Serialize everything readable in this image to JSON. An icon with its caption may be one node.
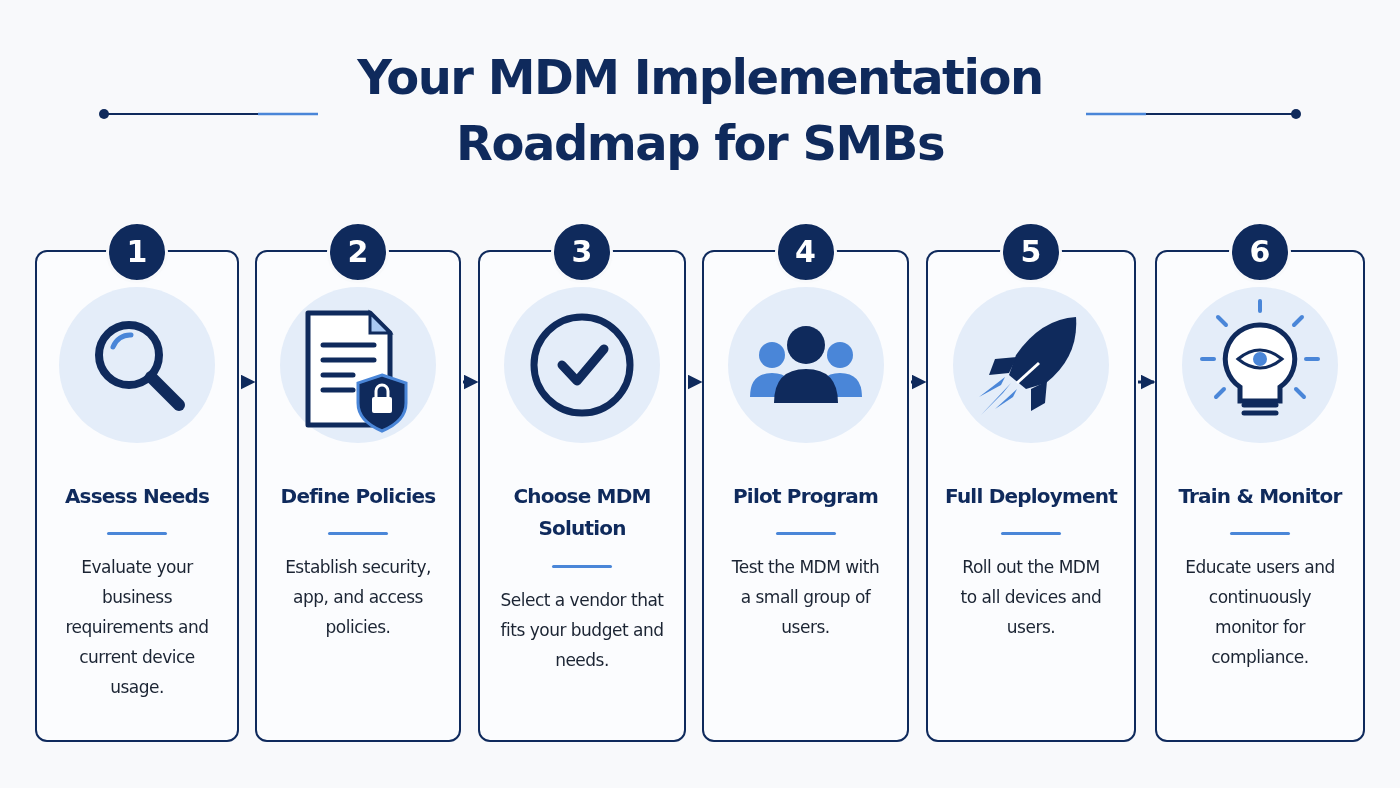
{
  "diagram": {
    "title": "Your MDM Implementation Roadmap for SMBs",
    "nodes": [
      {
        "text": [
          "1",
          "Assess Needs",
          "Evaluate your business requirements and current device usage."
        ]
      },
      {
        "text": [
          "2",
          "Define Policies",
          "Establish security, app, and access policies."
        ]
      },
      {
        "text": [
          "3",
          "Choose MDM Solution",
          "Select a vendor that fits your budget and needs."
        ]
      },
      {
        "text": [
          "4",
          "Pilot Program",
          "Test the MDM with a small group of users."
        ]
      },
      {
        "text": [
          "5",
          "Full Deployment",
          "Roll out the MDM to all devices and users."
        ]
      },
      {
        "text": [
          "6",
          "Train & Monitor",
          "Educate users and continuously monitor for compliance."
        ]
      }
    ],
    "edges": [
      {
        "from": 0,
        "to": 1,
        "arrow": "to",
        "style": "dashed"
      },
      {
        "from": 1,
        "to": 2,
        "arrow": "to",
        "style": "dashed"
      },
      {
        "from": 2,
        "to": 3,
        "arrow": "to",
        "style": "dashed"
      },
      {
        "from": 3,
        "to": 4,
        "arrow": "to",
        "style": "dashed"
      },
      {
        "from": 4,
        "to": 5,
        "arrow": "to",
        "style": "dashed"
      }
    ]
  }
}
